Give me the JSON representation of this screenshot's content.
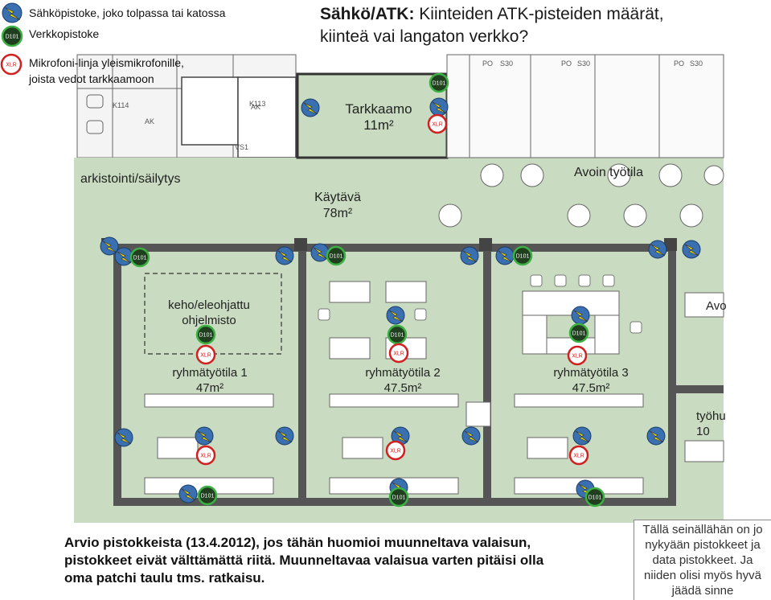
{
  "legend": {
    "items": [
      {
        "icon": "power-outlet-icon",
        "label": "Sähköpistoke, joko tolpassa tai katossa"
      },
      {
        "icon": "data-outlet-icon",
        "badge": "D101",
        "label": "Verkkopistoke"
      },
      {
        "icon": "microphone-line-icon",
        "badge": "XLR",
        "label": "Mikrofoni-linja yleismikrofonille,"
      },
      {
        "label": "joista vedot tarkkaamoon"
      }
    ]
  },
  "title": {
    "bold": "Sähkö/ATK:",
    "rest": " Kiinteiden ATK-pisteiden määrät,",
    "line2": "kiinteä vai langaton verkko?"
  },
  "rooms": [
    {
      "key": "tarkkaamo",
      "name": "Tarkkaamo",
      "area": "11m²"
    },
    {
      "key": "arkistointi",
      "name": "arkistointi/säilytys"
    },
    {
      "key": "kaytava",
      "name": "Käytävä",
      "area": "78m²"
    },
    {
      "key": "avoin",
      "name": "Avoin työtila"
    },
    {
      "key": "keho",
      "name": "keho/eleohjattu",
      "name2": "ohjelmisto"
    },
    {
      "key": "r1",
      "name": "ryhmätyötila 1",
      "area": "47m²"
    },
    {
      "key": "r2",
      "name": "ryhmätyötila 2",
      "area": "47.5m²"
    },
    {
      "key": "r3",
      "name": "ryhmätyötila 3",
      "area": "47.5m²"
    },
    {
      "key": "avo2",
      "name": "Avo"
    },
    {
      "key": "tyohu",
      "name": "työhu",
      "area": "10"
    }
  ],
  "plan_markings": [
    "K114",
    "K113",
    "PO",
    "S30",
    "PO",
    "S30",
    "PO",
    "S30",
    "AK",
    "AK",
    "VS1"
  ],
  "badges": {
    "data": "D101",
    "mic": "XLR"
  },
  "colors": {
    "room_fill": "#c9dcc1",
    "wall": "#555555",
    "power_icon_bg": "#3a6fb0",
    "power_icon_bolt": "#f2e000",
    "data_icon_bg": "#1f3f1f",
    "data_ring": "#3cb043",
    "mic_ring": "#d02020"
  },
  "note": {
    "line1": "Arvio pistokkeista (13.4.2012), jos tähän huomioi muunneltava valaisun,",
    "line2": "pistokkeet eivät välttämättä riitä. Muunneltavaa valaisua varten pitäisi olla",
    "line3": "oma patchi taulu tms. ratkaisu."
  },
  "side_note": {
    "line1": "Tällä seinällähän on jo",
    "line2": "nykyään pistokkeet ja",
    "line3": "data pistokkeet. Ja",
    "line4": "niiden olisi myös hyvä",
    "line5": "jäädä sinne"
  }
}
